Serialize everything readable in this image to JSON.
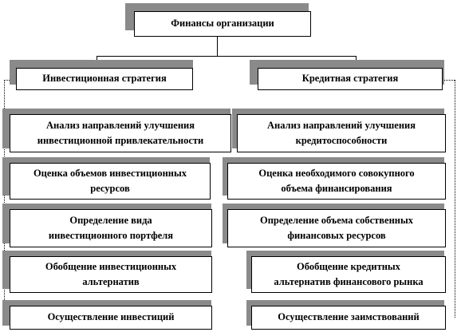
{
  "root": {
    "label": "Финансы организации"
  },
  "left": {
    "title": "Инвестиционная стратегия",
    "items": [
      {
        "line1": "Анализ направлений улучшения",
        "line2": "инвестиционной привлекательности"
      },
      {
        "line1": "Оценка объемов инвестиционных",
        "line2": "ресурсов"
      },
      {
        "line1": "Определение вида",
        "line2": "инвестиционного портфеля"
      },
      {
        "line1": "Обобщение инвестиционных",
        "line2": "альтернатив"
      },
      {
        "line1": "Осуществление инвестиций",
        "line2": ""
      }
    ]
  },
  "right": {
    "title": "Кредитная стратегия",
    "items": [
      {
        "line1": "Анализ направлений улучшения",
        "line2": "кредитоспособности"
      },
      {
        "line1": "Оценка необходимого совокупного",
        "line2": "объема финансирования"
      },
      {
        "line1": "Определение объема собственных",
        "line2": "финансовых ресурсов"
      },
      {
        "line1": "Обобщение кредитных",
        "line2": "альтернатив финансового рынка"
      },
      {
        "line1": "Осуществление заимствований",
        "line2": ""
      }
    ]
  }
}
